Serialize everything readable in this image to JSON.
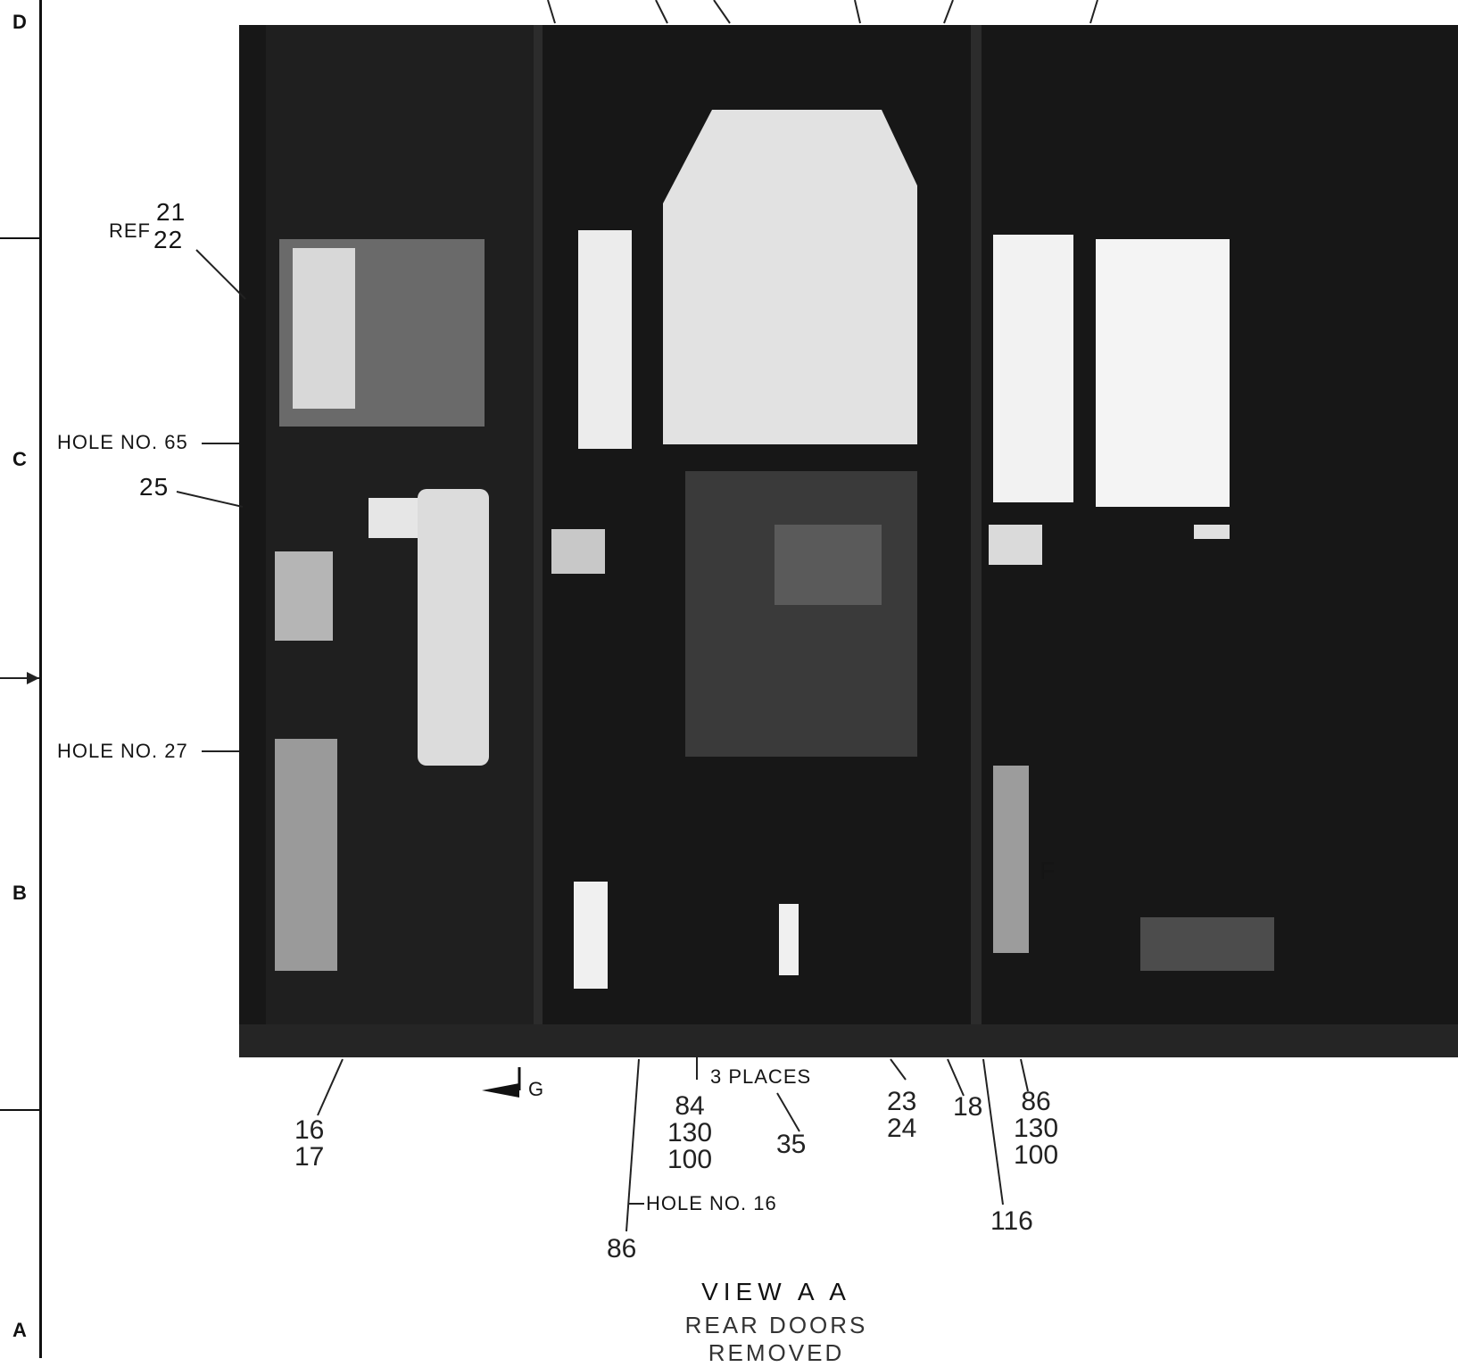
{
  "zones": {
    "d": "D",
    "c": "C",
    "b": "B",
    "a": "A"
  },
  "callouts": {
    "ref_prefix": "REF",
    "ref_top": "21",
    "ref_bottom": "22",
    "hole_65": "HOLE NO. 65",
    "item_25": "25",
    "hole_27": "HOLE NO. 27",
    "hole_16": "HOLE NO. 16",
    "places": "3 PLACES",
    "f_marker": "F",
    "g_marker": "G"
  },
  "bottom_labels": {
    "c16": "16\n17",
    "c84": "84\n130\n100",
    "c35": "35",
    "c23": "23\n24",
    "c18": "18",
    "c86r": "86\n130\n100",
    "c86": "86",
    "c116": "116"
  },
  "view": {
    "title": "VIEW A A",
    "subtitle": "REAR DOORS REMOVED"
  }
}
